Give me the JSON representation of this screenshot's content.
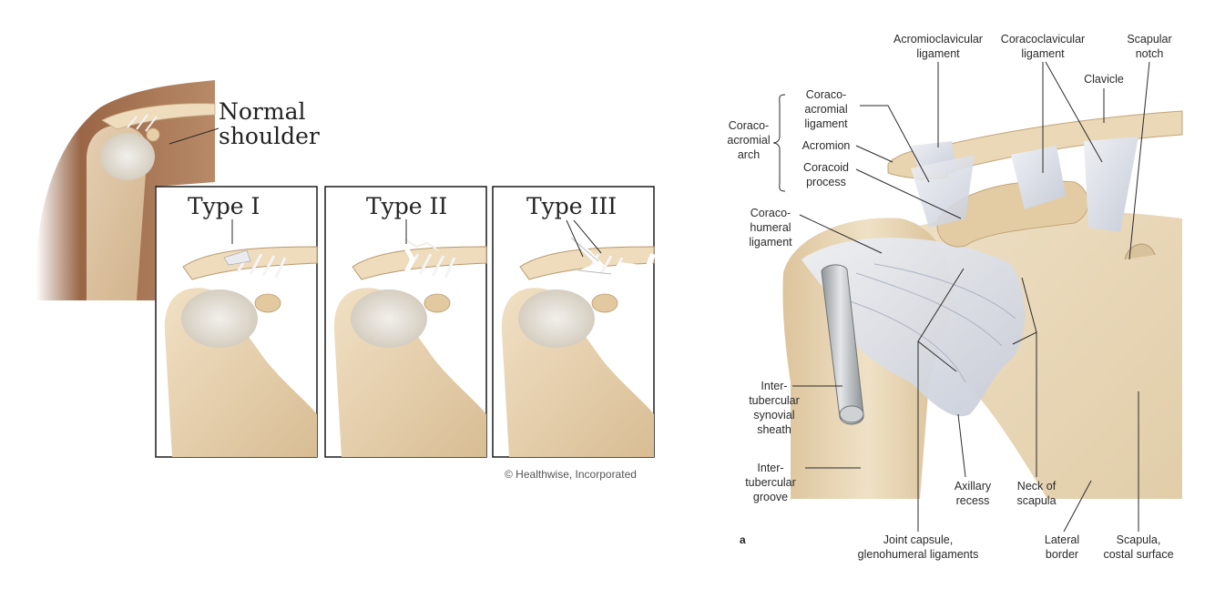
{
  "left": {
    "normal_label": [
      "Normal",
      "shoulder"
    ],
    "panels": [
      {
        "title": "Type I"
      },
      {
        "title": "Type II"
      },
      {
        "title": "Type III"
      }
    ],
    "copyright": "© Healthwise, Incorporated"
  },
  "right": {
    "figure_letter": "a",
    "labels": {
      "acromioclavicular": [
        "Acromioclavicular",
        "ligament"
      ],
      "coracoclavicular": [
        "Coracoclavicular",
        "ligament"
      ],
      "scapular_notch": [
        "Scapular",
        "notch"
      ],
      "clavicle": [
        "Clavicle"
      ],
      "coracoacromial_lig": [
        "Coraco-",
        "acromial",
        "ligament"
      ],
      "coracoacromial_arch": [
        "Coraco-",
        "acromial",
        "arch"
      ],
      "acromion": [
        "Acromion"
      ],
      "coracoid": [
        "Coracoid",
        "process"
      ],
      "coracohumeral": [
        "Coraco-",
        "humeral",
        "ligament"
      ],
      "intertubercular_sheath": [
        "Inter-",
        "tubercular",
        "synovial",
        "sheath"
      ],
      "intertubercular_groove": [
        "Inter-",
        "tubercular",
        "groove"
      ],
      "axillary_recess": [
        "Axillary",
        "recess"
      ],
      "neck_scapula": [
        "Neck of",
        "scapula"
      ],
      "joint_capsule": [
        "Joint capsule,",
        "glenohumeral ligaments"
      ],
      "lateral_border": [
        "Lateral",
        "border"
      ],
      "scapula_costal": [
        "Scapula,",
        "costal surface"
      ]
    }
  },
  "colors": {
    "bone": "#e8d3b0",
    "bone_dark": "#c9ab80",
    "ligament": "#dfe2ea",
    "skin": "#a57050"
  }
}
